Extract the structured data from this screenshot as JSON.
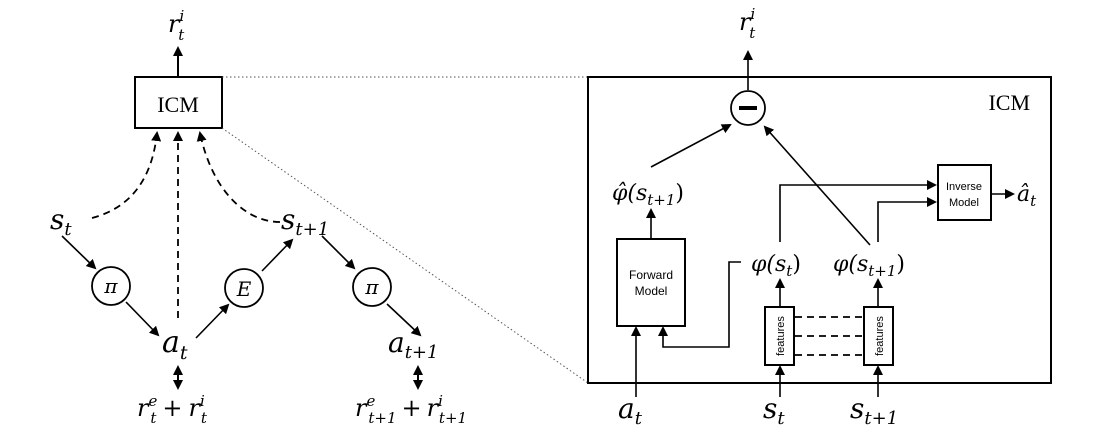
{
  "left_panel": {
    "icm_box_label": "ICM",
    "top_reward": {
      "base": "r",
      "sub": "t",
      "sup": "i"
    },
    "state_t": {
      "base": "s",
      "sub": "t"
    },
    "state_t1": {
      "base": "s",
      "sub": "t+1"
    },
    "policy_1": "π",
    "policy_2": "π",
    "environment": "E",
    "action_t": {
      "base": "a",
      "sub": "t"
    },
    "action_t1": {
      "base": "a",
      "sub": "t+1"
    },
    "reward_t": {
      "base1": "r",
      "sub1": "t",
      "sup1": "e",
      "plus": "+",
      "base2": "r",
      "sub2": "t",
      "sup2": "i"
    },
    "reward_t1": {
      "base1": "r",
      "sub1": "t+1",
      "sup1": "e",
      "plus": "+",
      "base2": "r",
      "sub2": "t+1",
      "sup2": "i"
    }
  },
  "right_panel": {
    "title": "ICM",
    "top_reward": {
      "base": "r",
      "sub": "t",
      "sup": "i"
    },
    "subtract_node": "−",
    "phi_hat": {
      "base": "φ̂(s",
      "sub": "t+1",
      "close": ")"
    },
    "phi_t": {
      "base": "φ(s",
      "sub": "t",
      "close": ")"
    },
    "phi_t1": {
      "base": "φ(s",
      "sub": "t+1",
      "close": ")"
    },
    "forward_model": {
      "line1": "Forward",
      "line2": "Model"
    },
    "inverse_model": {
      "line1": "Inverse",
      "line2": "Model"
    },
    "a_hat": {
      "base": "â",
      "sub": "t"
    },
    "features_1": "features",
    "features_2": "features",
    "input_action": {
      "base": "a",
      "sub": "t"
    },
    "input_state_t": {
      "base": "s",
      "sub": "t"
    },
    "input_state_t1": {
      "base": "s",
      "sub": "t+1"
    }
  }
}
